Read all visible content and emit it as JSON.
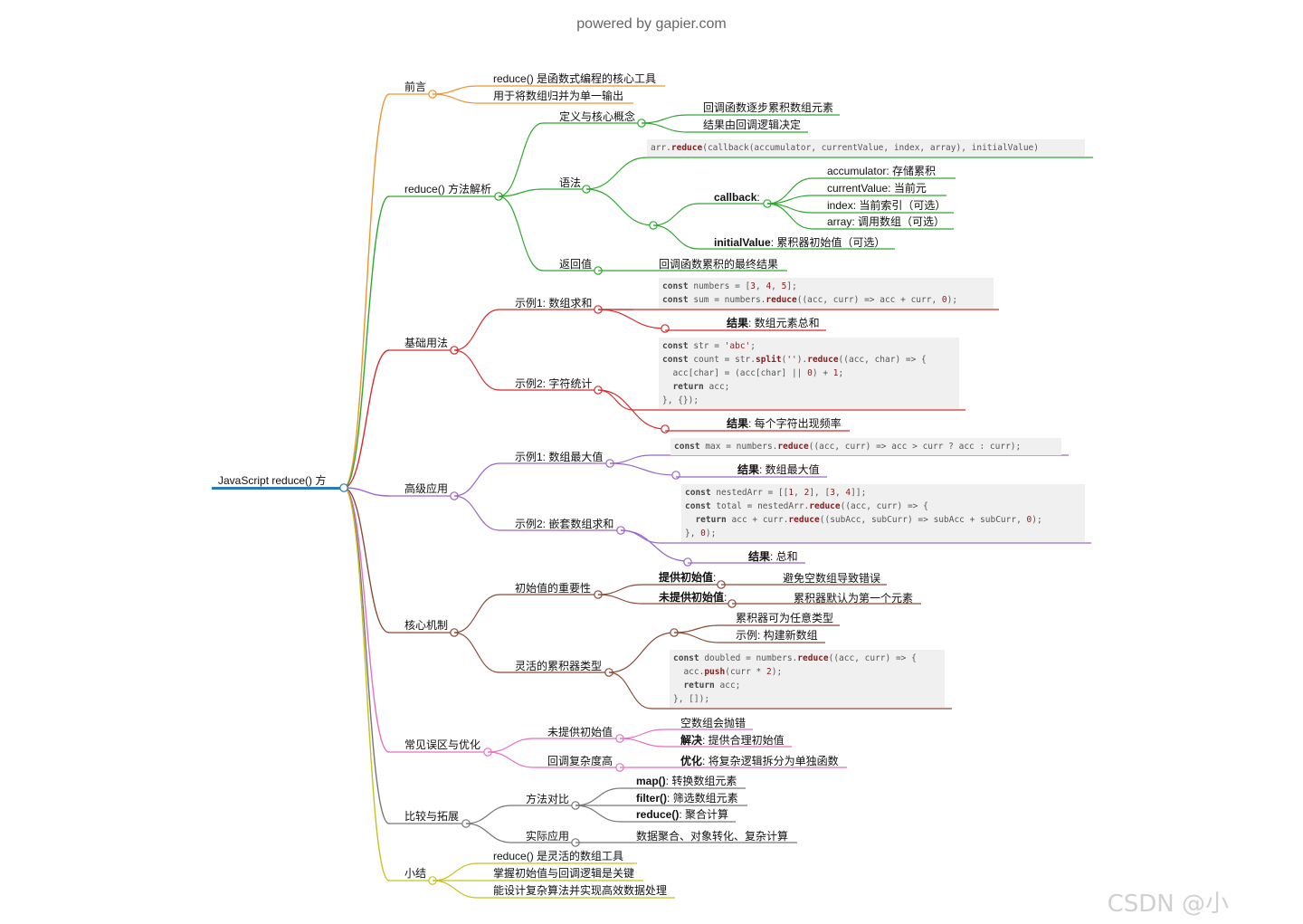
{
  "header": {
    "powered_by": "powered by gapier.com"
  },
  "watermark": "CSDN @小",
  "colors": {
    "root": "#2a7ab8",
    "preface": "#f0932b",
    "syntax": "#2ea82e",
    "basic": "#d42b2b",
    "advanced": "#9a66cc",
    "core": "#8b4a36",
    "pitfalls": "#e86fc0",
    "compare": "#777777",
    "summary": "#c8c020"
  },
  "mindmap": {
    "root": "JavaScript reduce() 方",
    "branches": [
      {
        "label": "前言",
        "children": [
          "reduce() 是函数式编程的核心工具",
          "用于将数组归并为单一输出"
        ]
      },
      {
        "label": "reduce() 方法解析",
        "definition": {
          "label": "定义与核心概念",
          "children": [
            "回调函数逐步累积数组元素",
            "结果由回调逻辑决定"
          ]
        },
        "syntax": {
          "label": "语法",
          "code": "arr.reduce(callback(accumulator, currentValue, index, array), initialValue)",
          "callback_label": "callback",
          "callback_params": [
            "accumulator: 存储累积",
            "currentValue: 当前元",
            "index: 当前索引（可选）",
            "array: 调用数组（可选）"
          ],
          "initial_label": "initialValue",
          "initial_text": ": 累积器初始值（可选）"
        },
        "return_value": {
          "label": "返回值",
          "child": "回调函数累积的最终结果"
        }
      },
      {
        "label": "基础用法",
        "examples": [
          {
            "label": "示例1: 数组求和",
            "result_label": "结果",
            "result_text": ": 数组元素总和"
          },
          {
            "label": "示例2: 字符统计",
            "result_label": "结果",
            "result_text": ": 每个字符出现频率"
          }
        ]
      },
      {
        "label": "高级应用",
        "examples": [
          {
            "label": "示例1: 数组最大值",
            "result_label": "结果",
            "result_text": ": 数组最大值"
          },
          {
            "label": "示例2: 嵌套数组求和",
            "result_label": "结果",
            "result_text": ": 总和"
          }
        ]
      },
      {
        "label": "核心机制",
        "initial_importance": {
          "label": "初始值的重要性",
          "items": [
            {
              "key": "提供初始值",
              "value": "避免空数组导致错误"
            },
            {
              "key": "未提供初始值",
              "value": "累积器默认为第一个元素"
            }
          ]
        },
        "flexible": {
          "label": "灵活的累积器类型",
          "items": [
            "累积器可为任意类型",
            "示例: 构建新数组"
          ]
        }
      },
      {
        "label": "常见误区与优化",
        "no_initial": {
          "label": "未提供初始值",
          "items": [
            "空数组会抛错"
          ],
          "solution_label": "解决",
          "solution_text": ": 提供合理初始值"
        },
        "complexity": {
          "label": "回调复杂度高",
          "opt_label": "优化",
          "opt_text": ": 将复杂逻辑拆分为单独函数"
        }
      },
      {
        "label": "比较与拓展",
        "compare": {
          "label": "方法对比",
          "items": [
            {
              "key": "map()",
              "value": ": 转换数组元素"
            },
            {
              "key": "filter()",
              "value": ": 筛选数组元素"
            },
            {
              "key": "reduce()",
              "value": ": 聚合计算"
            }
          ]
        },
        "practice": {
          "label": "实际应用",
          "child": "数据聚合、对象转化、复杂计算"
        }
      },
      {
        "label": "小结",
        "children": [
          "reduce() 是灵活的数组工具",
          "掌握初始值与回调逻辑是关键",
          "能设计复杂算法并实现高效数据处理"
        ]
      }
    ]
  },
  "code_blocks": {
    "sum": [
      "const numbers = [3, 4, 5];",
      "const sum = numbers.reduce((acc, curr) => acc + curr, 0);"
    ],
    "count": [
      "const str = 'abc';",
      "const count = str.split('').reduce((acc, char) => {",
      "  acc[char] = (acc[char] || 0) + 1;",
      "  return acc;",
      "}, {});"
    ],
    "max": [
      "const max = numbers.reduce((acc, curr) => acc > curr ? acc : curr);"
    ],
    "nested": [
      "const nestedArr = [[1, 2], [3, 4]];",
      "const total = nestedArr.reduce((acc, curr) => {",
      "  return acc + curr.reduce((subAcc, subCurr) => subAcc + subCurr, 0);",
      "}, 0);"
    ],
    "doubled": [
      "const doubled = numbers.reduce((acc, curr) => {",
      "  acc.push(curr * 2);",
      "  return acc;",
      "}, []);"
    ]
  }
}
